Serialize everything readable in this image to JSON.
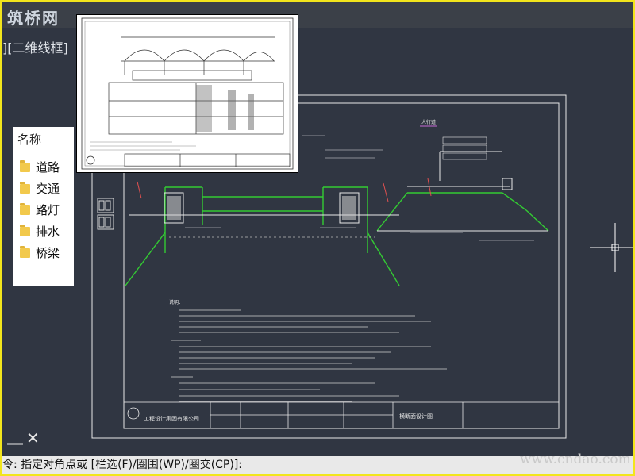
{
  "app": {
    "logo_text": "筑桥网"
  },
  "viewport": {
    "label": "][二维线框]"
  },
  "palette": {
    "header": "名称",
    "items": [
      {
        "label": "道路",
        "icon": "folder-icon"
      },
      {
        "label": "交通",
        "icon": "folder-icon"
      },
      {
        "label": "路灯",
        "icon": "folder-icon"
      },
      {
        "label": "排水",
        "icon": "folder-icon"
      },
      {
        "label": "桥梁",
        "icon": "folder-icon"
      }
    ]
  },
  "drawing": {
    "notes_heading": "说明：",
    "title_block_company": "工程设计集团有限公司",
    "title_block_title": "横断面设计图",
    "section_label": "人行道"
  },
  "command": {
    "prompt": "令: 指定对角点或 [栏选(F)/圈围(WP)/圈交(CP)]:",
    "close_glyph": "✕"
  },
  "watermark": {
    "text": "www.cndao.com"
  },
  "colors": {
    "background": "#303642",
    "linework": "#e8e8e8",
    "green": "#33cc33",
    "accent": "#f2e51c"
  }
}
